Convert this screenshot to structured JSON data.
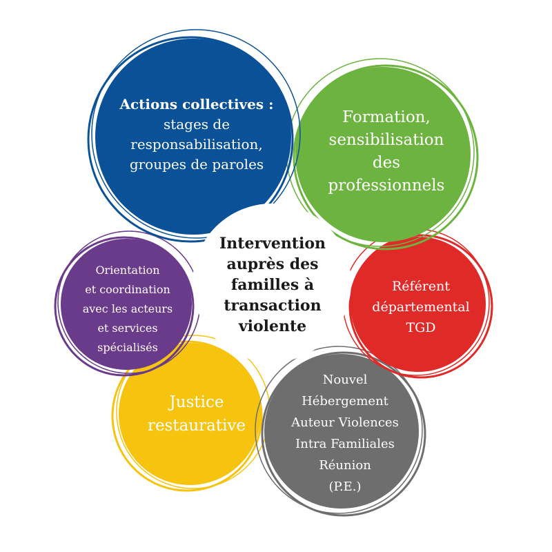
{
  "colors": {
    "blue": "#0B5197",
    "green": "#6DB33F",
    "red": "#DF2A28",
    "gray": "#6E6E6E",
    "yellow": "#F6C40F",
    "purple": "#6A3A8B",
    "center_fill": "#FFFFFF",
    "center_text": "#1A1A1A"
  },
  "center": {
    "lines": [
      "Intervention",
      "auprès des",
      "familles à",
      "transaction",
      "violente"
    ]
  },
  "nodes": {
    "actions": {
      "title": "Actions collectives :",
      "lines": [
        "stages de",
        "responsabilisation,",
        "groupes de paroles"
      ]
    },
    "formation": {
      "lines": [
        "Formation,",
        "sensibilisation",
        "des",
        "professionnels"
      ]
    },
    "referent": {
      "lines": [
        "Référent",
        "départemental",
        "TGD"
      ]
    },
    "nouvel": {
      "lines": [
        "Nouvel",
        "Hébergement",
        "Auteur Violences",
        "Intra Familiales",
        "Réunion",
        "(P.E.)"
      ]
    },
    "justice": {
      "lines": [
        "Justice",
        "restaurative"
      ]
    },
    "orientation": {
      "lines": [
        "Orientation",
        "et coordination",
        "avec les acteurs",
        "et services",
        "spécialisés"
      ]
    }
  }
}
